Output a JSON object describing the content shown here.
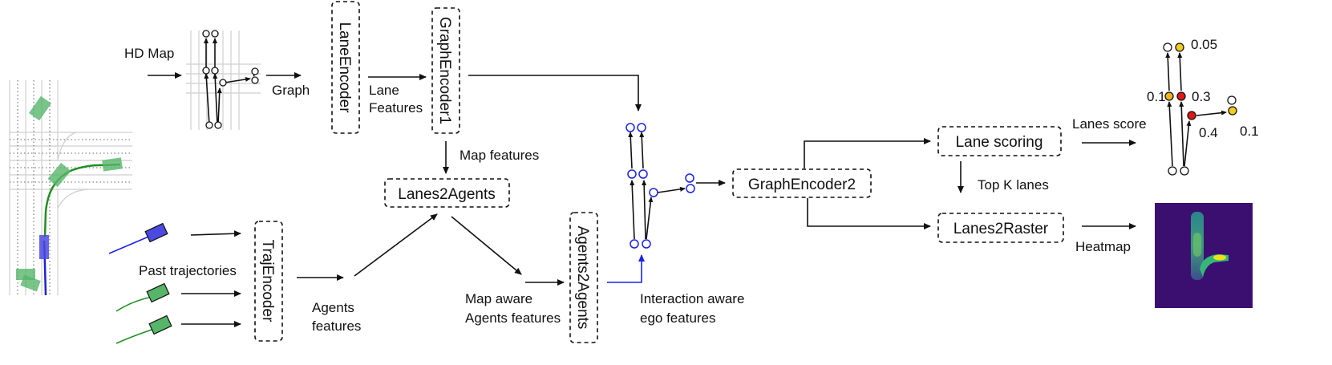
{
  "labels": {
    "hd_map": "HD Map",
    "graph": "Graph",
    "lane_features_1": "Lane",
    "lane_features_2": "Features",
    "map_features": "Map features",
    "past_trajectories": "Past trajectories",
    "agents_features_1": "Agents",
    "agents_features_2": "features",
    "map_aware_1": "Map aware",
    "map_aware_2": "Agents features",
    "interaction_1": "Interaction aware",
    "interaction_2": "ego features",
    "top_k": "Top K lanes",
    "lanes_score": "Lanes score",
    "heatmap": "Heatmap"
  },
  "modules": {
    "lane_encoder": "LaneEncoder",
    "graph_encoder1": "GraphEncoder1",
    "lanes2agents": "Lanes2Agents",
    "traj_encoder": "TrajEncoder",
    "agents2agents": "Agents2Agents",
    "graph_encoder2": "GraphEncoder2",
    "lane_scoring": "Lane scoring",
    "lanes2raster": "Lanes2Raster"
  },
  "scores": {
    "s1": "0.05",
    "s2": "0.1",
    "s3": "0.3",
    "s4": "0.4",
    "s5": "0.1"
  },
  "colors": {
    "agent_green": "#57b56a",
    "ego_blue": "#4a4ae0",
    "interaction_blue": "#1a22e8",
    "score_yellow": "#f2cc1c",
    "score_orange": "#f0b020",
    "score_red": "#e01818",
    "heatmap_bg": "#3b0f70"
  }
}
